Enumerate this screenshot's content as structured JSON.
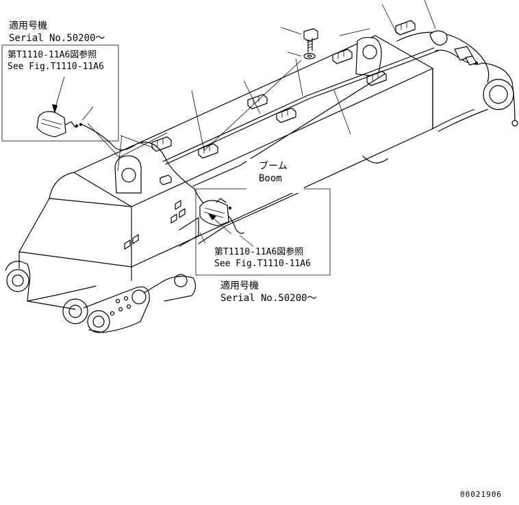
{
  "labels": {
    "applicable_jp_top": "適用号機",
    "serial_top": "Serial No.50200～",
    "ref_jp_top": "第T1110-11A6図参照",
    "ref_en_top": "See Fig.T1110-11A6",
    "part_jp": "ブーム",
    "part_en": "Boom",
    "ref_jp_bottom": "第T1110-11A6図参照",
    "ref_en_bottom": "See Fig.T1110-11A6",
    "applicable_jp_bottom": "適用号機",
    "serial_bottom": "Serial No.50200～",
    "drawing_number": "00021906"
  },
  "icons": [
    "work-lamp-icon",
    "bolt-icon",
    "washer-icon",
    "hose-clamp-icon"
  ]
}
